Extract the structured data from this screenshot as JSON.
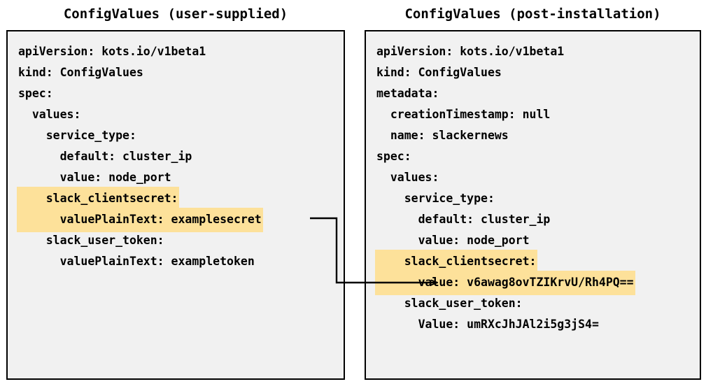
{
  "panels": [
    {
      "id": "user-supplied",
      "title": "ConfigValues (user-supplied)",
      "lines": [
        {
          "text": "apiVersion: kots.io/v1beta1",
          "highlight": false
        },
        {
          "text": "kind: ConfigValues",
          "highlight": false
        },
        {
          "text": "spec:",
          "highlight": false
        },
        {
          "text": "  values:",
          "highlight": false
        },
        {
          "text": "    service_type:",
          "highlight": false
        },
        {
          "text": "      default: cluster_ip",
          "highlight": false
        },
        {
          "text": "      value: node_port",
          "highlight": false
        },
        {
          "text": "    slack_clientsecret:",
          "highlight": true
        },
        {
          "text": "      valuePlainText: examplesecret",
          "highlight": true
        },
        {
          "text": "    slack_user_token:",
          "highlight": false
        },
        {
          "text": "      valuePlainText: exampletoken",
          "highlight": false
        }
      ]
    },
    {
      "id": "post-installation",
      "title": "ConfigValues (post-installation)",
      "lines": [
        {
          "text": "apiVersion: kots.io/v1beta1",
          "highlight": false
        },
        {
          "text": "kind: ConfigValues",
          "highlight": false
        },
        {
          "text": "metadata:",
          "highlight": false
        },
        {
          "text": "  creationTimestamp: null",
          "highlight": false
        },
        {
          "text": "  name: slackernews",
          "highlight": false
        },
        {
          "text": "spec:",
          "highlight": false
        },
        {
          "text": "  values:",
          "highlight": false
        },
        {
          "text": "    service_type:",
          "highlight": false
        },
        {
          "text": "      default: cluster_ip",
          "highlight": false
        },
        {
          "text": "      value: node_port",
          "highlight": false
        },
        {
          "text": "    slack_clientsecret:",
          "highlight": true
        },
        {
          "text": "      value: v6awag8ovTZIKrvU/Rh4PQ==",
          "highlight": true
        },
        {
          "text": "    slack_user_token:",
          "highlight": false
        },
        {
          "text": "      Value: umRXcJhJAl2i5g3jS4=",
          "highlight": false
        }
      ]
    }
  ],
  "connector": {
    "name": "encryption-flow-arrow",
    "from_panel": "user-supplied",
    "from_line": "      valuePlainText: examplesecret",
    "to_panel": "post-installation",
    "to_line": "      value: v6awag8ovTZIKrvU/Rh4PQ==",
    "color": "#000000"
  },
  "colors": {
    "highlight": "#fde19a",
    "box_background": "#f1f1f1",
    "box_border": "#000000",
    "text": "#000000",
    "page_background": "#ffffff"
  }
}
